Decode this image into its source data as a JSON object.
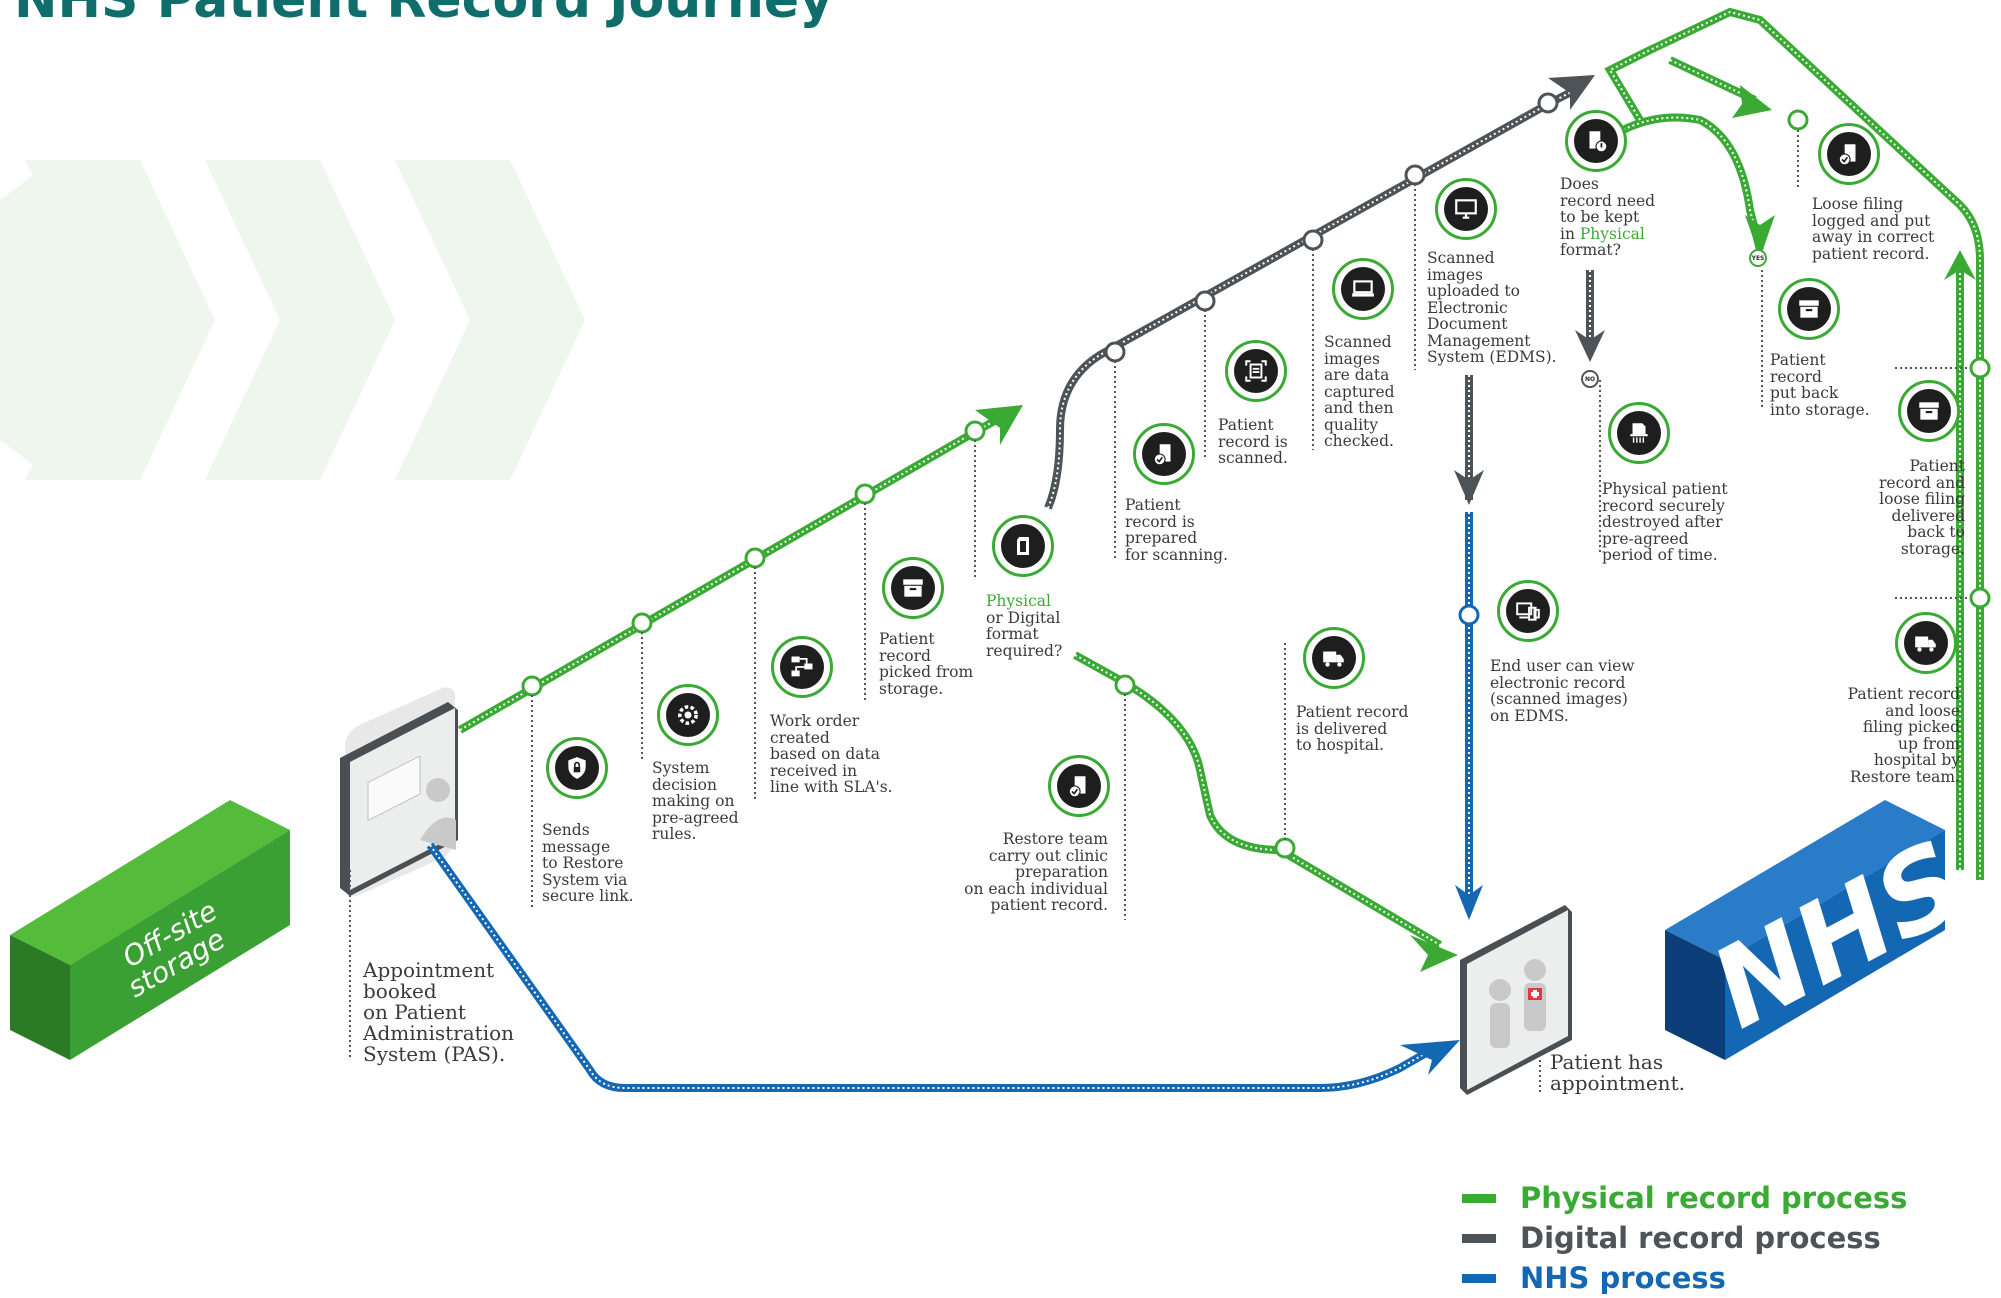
{
  "title": "NHS Patient Record Journey",
  "boxes": {
    "offsite": "Off-site\nstorage",
    "nhs": "NHS"
  },
  "steps": {
    "appointment_booked": "Appointment\nbooked\non Patient\nAdministration\nSystem (PAS).",
    "sends_message": "Sends\nmessage\nto Restore\nSystem via\nsecure link.",
    "system_decision": "System\ndecision\nmaking on\npre-agreed\nrules.",
    "work_order": "Work order\ncreated\nbased on data\nreceived in\nline with SLA's.",
    "picked_from_storage": "Patient\nrecord\npicked from\nstorage.",
    "format_q_highlight": "Physical",
    "format_q_rest": "or Digital\nformat\nrequired?",
    "prepared_for_scanning": "Patient\nrecord is\nprepared\nfor scanning.",
    "record_scanned": "Patient\nrecord is\nscanned.",
    "data_captured": "Scanned\nimages\nare data\ncaptured\nand then\nquality\nchecked.",
    "uploaded_edms": "Scanned\nimages\nuploaded to\nElectronic\nDocument\nManagement\nSystem (EDMS).",
    "keep_q_lead": "Does\nrecord need\nto be kept\nin ",
    "keep_q_highlight": "Physical",
    "keep_q_tail": "format?",
    "loose_filing": "Loose filing\nlogged and put\naway in correct\npatient record.",
    "put_back_storage": "Patient\nrecord\nput back\ninto storage.",
    "destroyed": "Physical patient\nrecord securely\ndestroyed after\npre-agreed\nperiod of time.",
    "end_user_view": "End user can view\nelectronic record\n(scanned images)\non EDMS.",
    "delivered_hospital": "Patient record\nis delivered\nto hospital.",
    "clinic_prep": "Restore team\ncarry out clinic\npreparation\non each individual\npatient record.",
    "delivered_back": "Patient\nrecord and\nloose filing\ndelivered\nback to\nstorage.",
    "picked_up_hospital": "Patient record\nand loose\nfiling picked\nup from\nhospital by\nRestore team.",
    "patient_appointment": "Patient has\nappointment."
  },
  "decision_tags": {
    "yes": "YES",
    "no": "NO"
  },
  "legend": [
    {
      "label": "Physical record process",
      "color": "#3aaa35"
    },
    {
      "label": "Digital record process",
      "color": "#4d5357"
    },
    {
      "label": "NHS process",
      "color": "#1467b3"
    }
  ],
  "colors": {
    "physical": "#3aaa35",
    "digital": "#4d5357",
    "nhs": "#1467b3",
    "title": "#0f6e6c"
  },
  "icons": {
    "sends_message": "shield-lock-icon",
    "system_decision": "gear-icon",
    "work_order": "flowchart-icon",
    "picked_from_storage": "archive-box-icon",
    "format_q": "document-icon",
    "prepared_for_scanning": "document-check-icon",
    "record_scanned": "scan-icon",
    "data_captured": "laptop-icon",
    "uploaded_edms": "monitor-icon",
    "keep_q": "document-alert-icon",
    "loose_filing": "document-check-icon",
    "put_back_storage": "archive-box-icon",
    "destroyed": "shredder-icon",
    "end_user_view": "devices-icon",
    "delivered_hospital": "truck-icon",
    "clinic_prep": "document-check-icon",
    "delivered_back": "archive-box-icon",
    "picked_up_hospital": "truck-icon"
  }
}
